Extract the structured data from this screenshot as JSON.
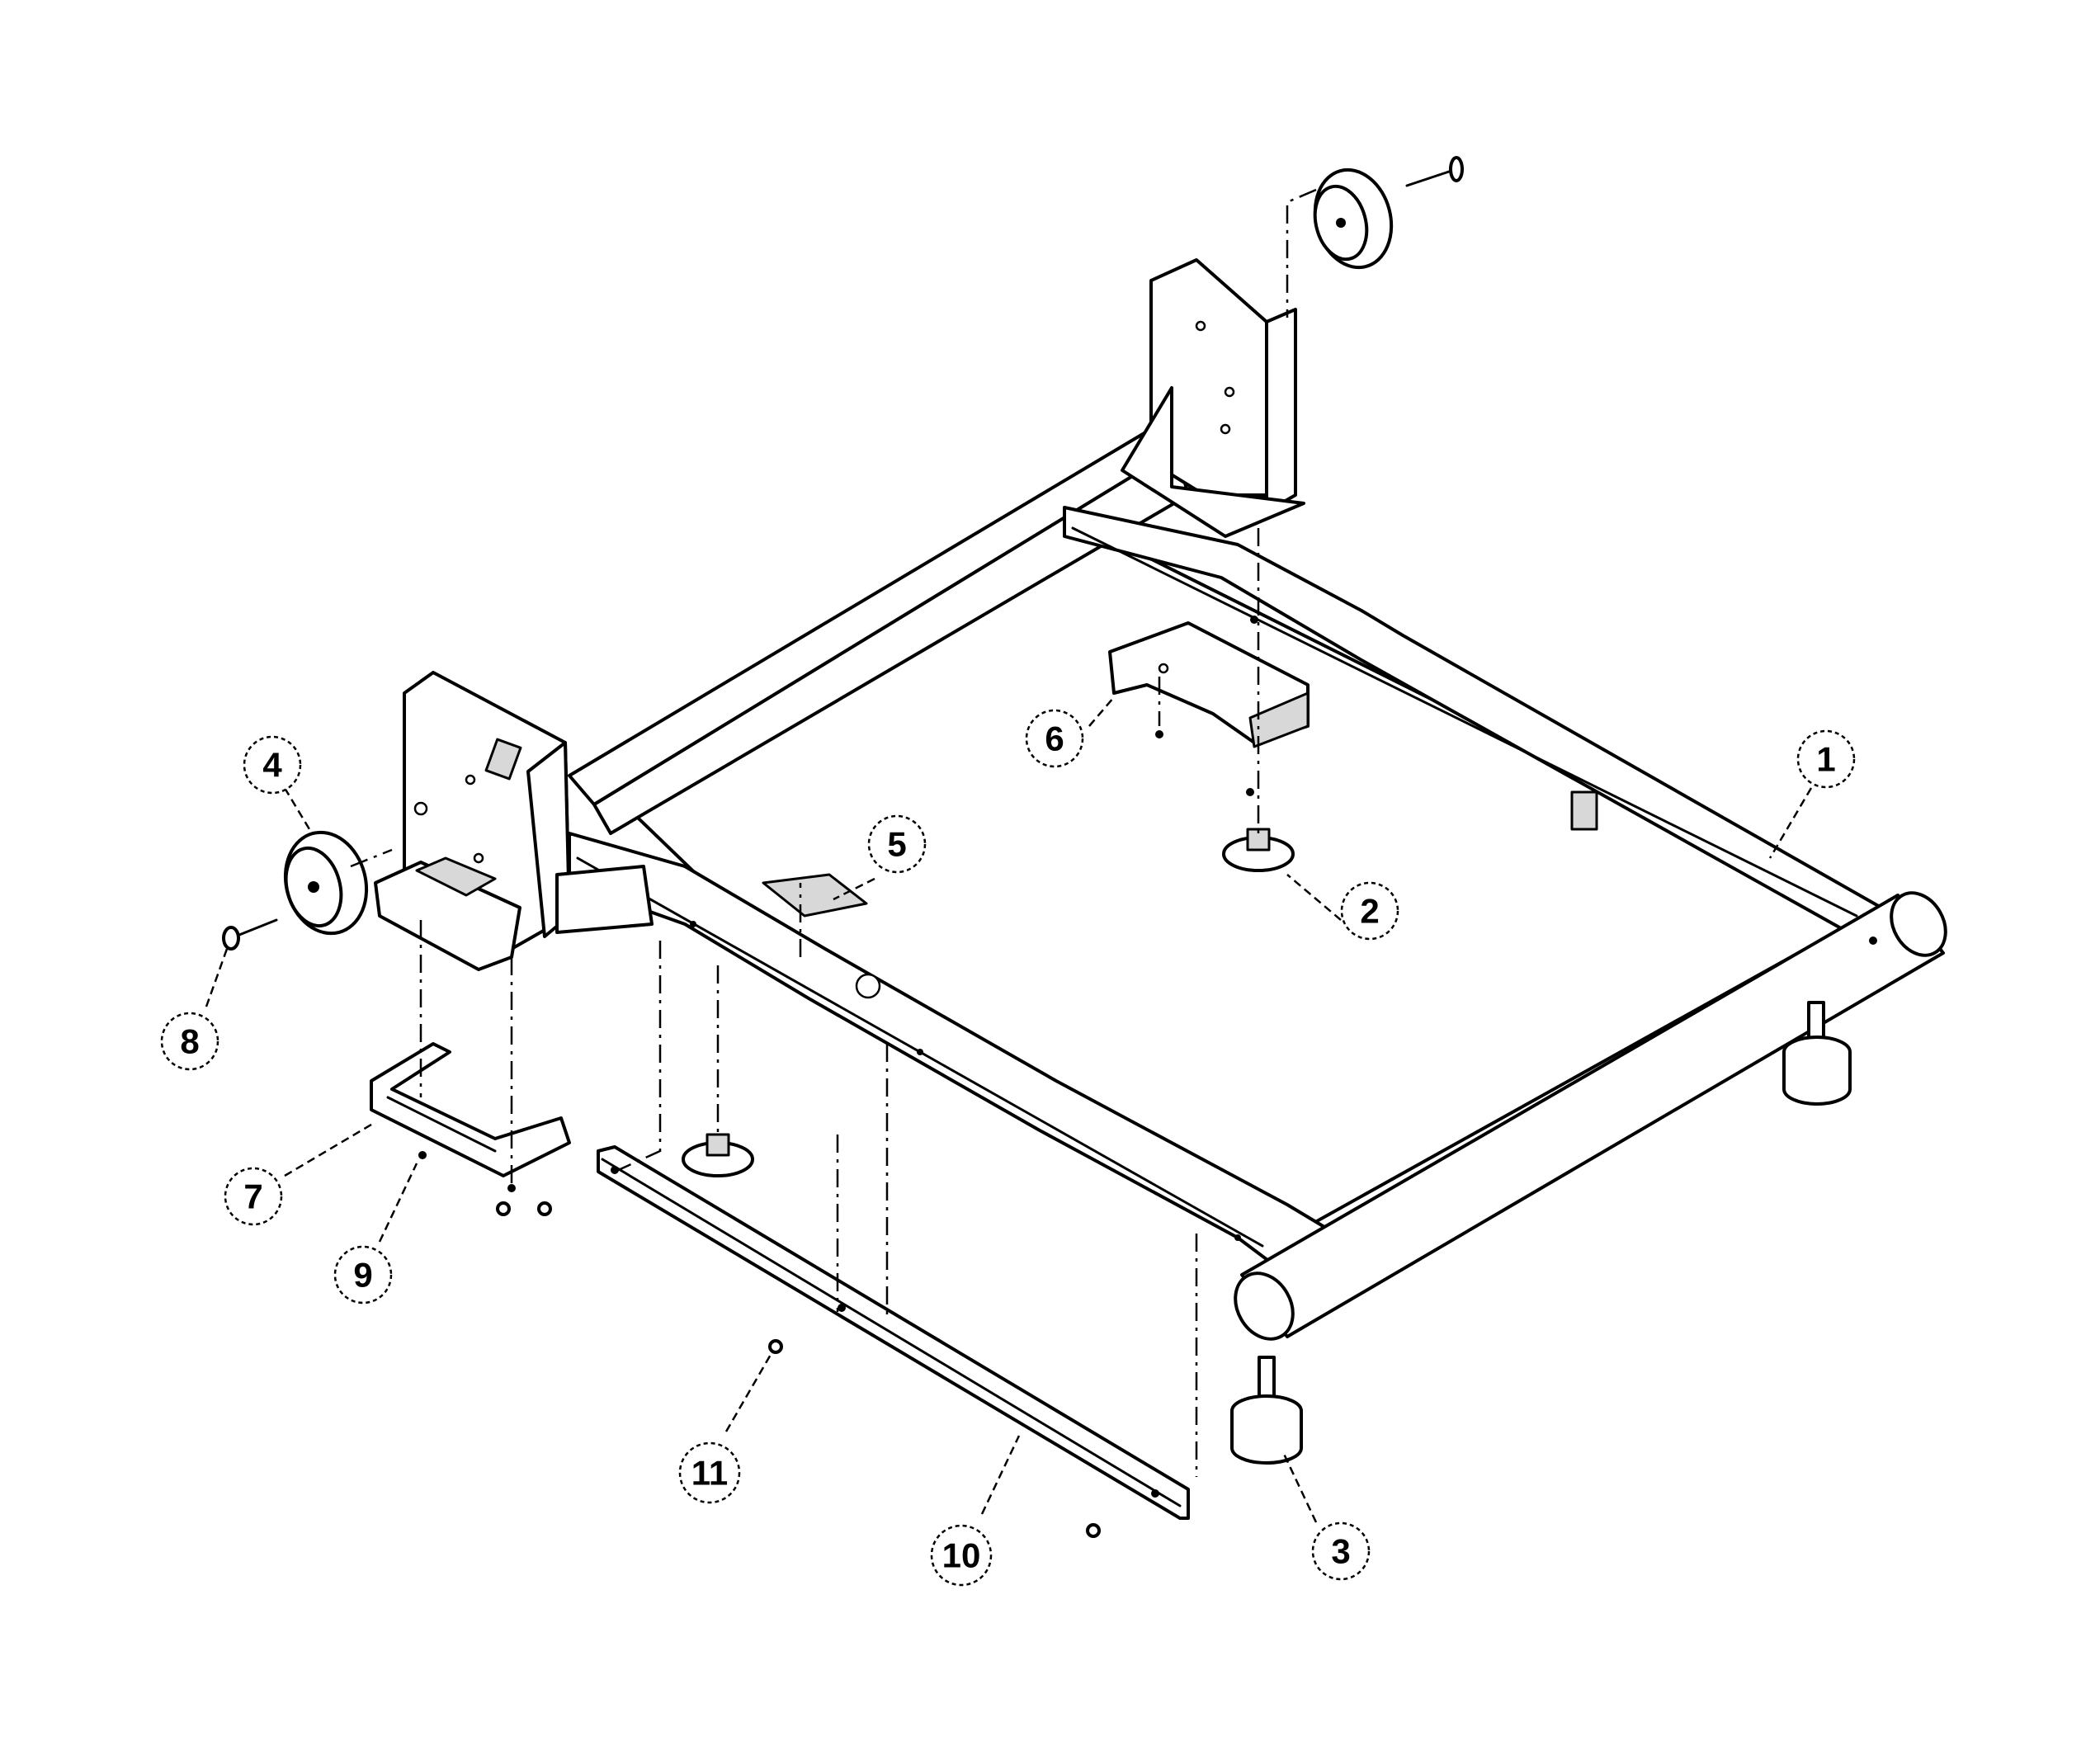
{
  "callouts": [
    {
      "id": "callout-1",
      "label": "1"
    },
    {
      "id": "callout-2",
      "label": "2"
    },
    {
      "id": "callout-3",
      "label": "3"
    },
    {
      "id": "callout-4",
      "label": "4"
    },
    {
      "id": "callout-5",
      "label": "5"
    },
    {
      "id": "callout-6",
      "label": "6"
    },
    {
      "id": "callout-7",
      "label": "7"
    },
    {
      "id": "callout-8",
      "label": "8"
    },
    {
      "id": "callout-9",
      "label": "9"
    },
    {
      "id": "callout-10",
      "label": "10"
    },
    {
      "id": "callout-11",
      "label": "11"
    }
  ],
  "colors": {
    "line": "#000000",
    "background": "#ffffff"
  }
}
